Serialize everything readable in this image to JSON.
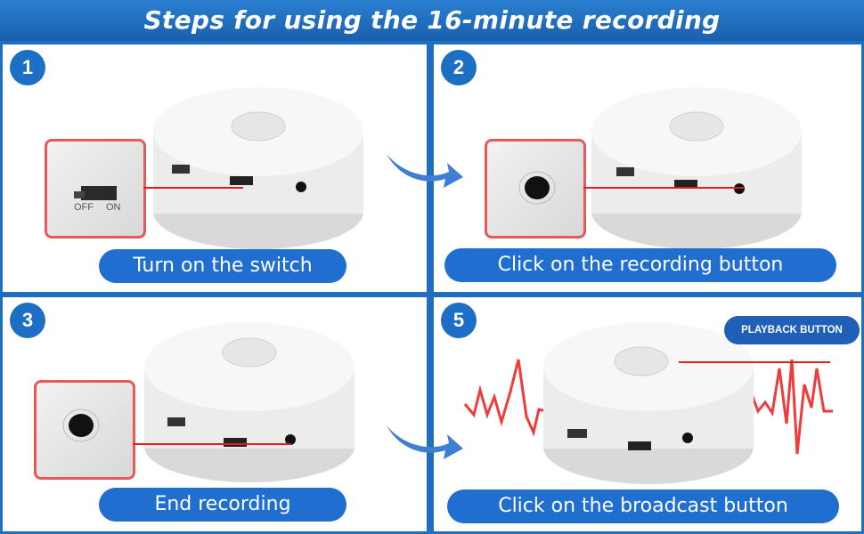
{
  "header": {
    "title": "Steps for using the 16-minute recording"
  },
  "steps": [
    {
      "number": "1",
      "label": "Turn on the switch"
    },
    {
      "number": "2",
      "label": "Click on the recording button"
    },
    {
      "number": "3",
      "label": "End recording"
    },
    {
      "number": "5",
      "label": "Click on the broadcast button"
    }
  ],
  "switch_labels": {
    "off": "OFF",
    "on": "ON"
  },
  "playback": {
    "label": "PLAYBACK BUTTON"
  },
  "colors": {
    "banner": "#1e6fc0",
    "badge": "#1c6fc4",
    "pill": "#1f6ed0",
    "highlight": "#e85a5a",
    "wave": "#ef3b3b"
  }
}
